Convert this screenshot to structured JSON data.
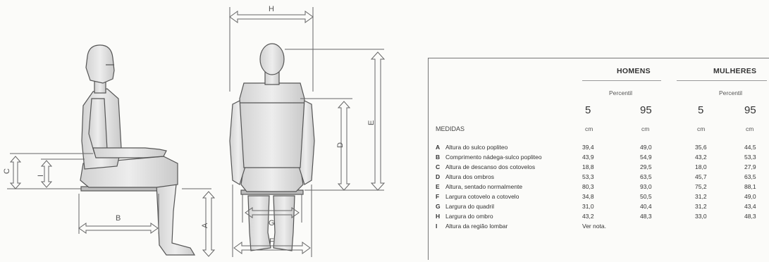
{
  "figure": {
    "labels": {
      "A": "A",
      "B": "B",
      "C": "C",
      "D": "D",
      "E": "E",
      "F": "F",
      "G": "G",
      "H": "H",
      "I": "I"
    }
  },
  "table": {
    "groups": [
      "HOMENS",
      "MULHERES"
    ],
    "percentil_label": "Percentil",
    "percentiles": [
      "5",
      "95",
      "5",
      "95"
    ],
    "medidas_label": "MEDIDAS",
    "units": [
      "cm",
      "cm",
      "cm",
      "cm"
    ],
    "rows": [
      {
        "letter": "A",
        "label": "Altura do sulco popliteo",
        "values": [
          "39,4",
          "49,0",
          "35,6",
          "44,5"
        ]
      },
      {
        "letter": "B",
        "label": "Comprimento nádega-sulco popliteo",
        "values": [
          "43,9",
          "54,9",
          "43,2",
          "53,3"
        ]
      },
      {
        "letter": "C",
        "label": "Altura de descanso dos cotovelos",
        "values": [
          "18,8",
          "29,5",
          "18,0",
          "27,9"
        ]
      },
      {
        "letter": "D",
        "label": "Altura dos ombros",
        "values": [
          "53,3",
          "63,5",
          "45,7",
          "63,5"
        ]
      },
      {
        "letter": "E",
        "label": "Altura, sentado normalmente",
        "values": [
          "80,3",
          "93,0",
          "75,2",
          "88,1"
        ]
      },
      {
        "letter": "F",
        "label": "Largura cotovelo a cotovelo",
        "values": [
          "34,8",
          "50,5",
          "31,2",
          "49,0"
        ]
      },
      {
        "letter": "G",
        "label": "Largura do quadril",
        "values": [
          "31,0",
          "40,4",
          "31,2",
          "43,4"
        ]
      },
      {
        "letter": "H",
        "label": "Largura do ombro",
        "values": [
          "43,2",
          "48,3",
          "33,0",
          "48,3"
        ]
      },
      {
        "letter": "I",
        "label": "Altura da região lombar",
        "note": "Ver nota."
      }
    ]
  }
}
